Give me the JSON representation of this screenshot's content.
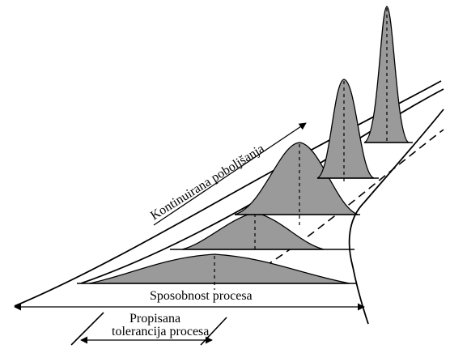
{
  "labels": {
    "improvement": "Kontinuirana poboljšanja",
    "capability": "Sposobnost procesa",
    "tolerance_line1": "Propisana",
    "tolerance_line2": "tolerancija procesa"
  },
  "colors": {
    "curve_fill": "#9a9a9a",
    "line": "#000000",
    "background": "#ffffff"
  }
}
